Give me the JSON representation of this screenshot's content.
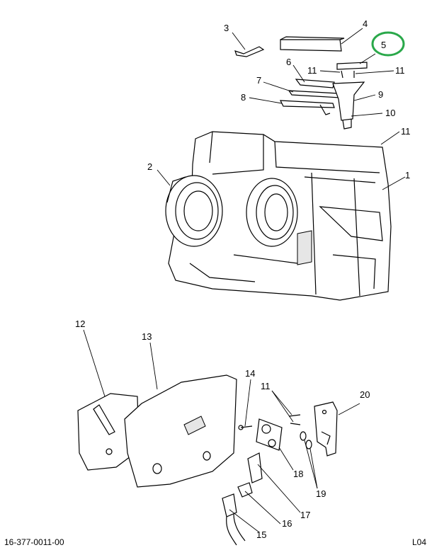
{
  "footer": {
    "document_number": "16-377-0011-00",
    "page_code": "L04"
  },
  "callouts": {
    "c1": "1",
    "c2": "2",
    "c3": "3",
    "c4": "4",
    "c5": "5",
    "c6": "6",
    "c7": "7",
    "c8": "8",
    "c9": "9",
    "c10": "10",
    "c11a": "11",
    "c11b": "11",
    "c11c": "11",
    "c11d": "11",
    "c12": "12",
    "c13": "13",
    "c14": "14",
    "c15": "15",
    "c16": "16",
    "c17": "17",
    "c18": "18",
    "c19": "19",
    "c20": "20"
  },
  "highlight": {
    "callout": "5",
    "color": "#2aa84a"
  }
}
